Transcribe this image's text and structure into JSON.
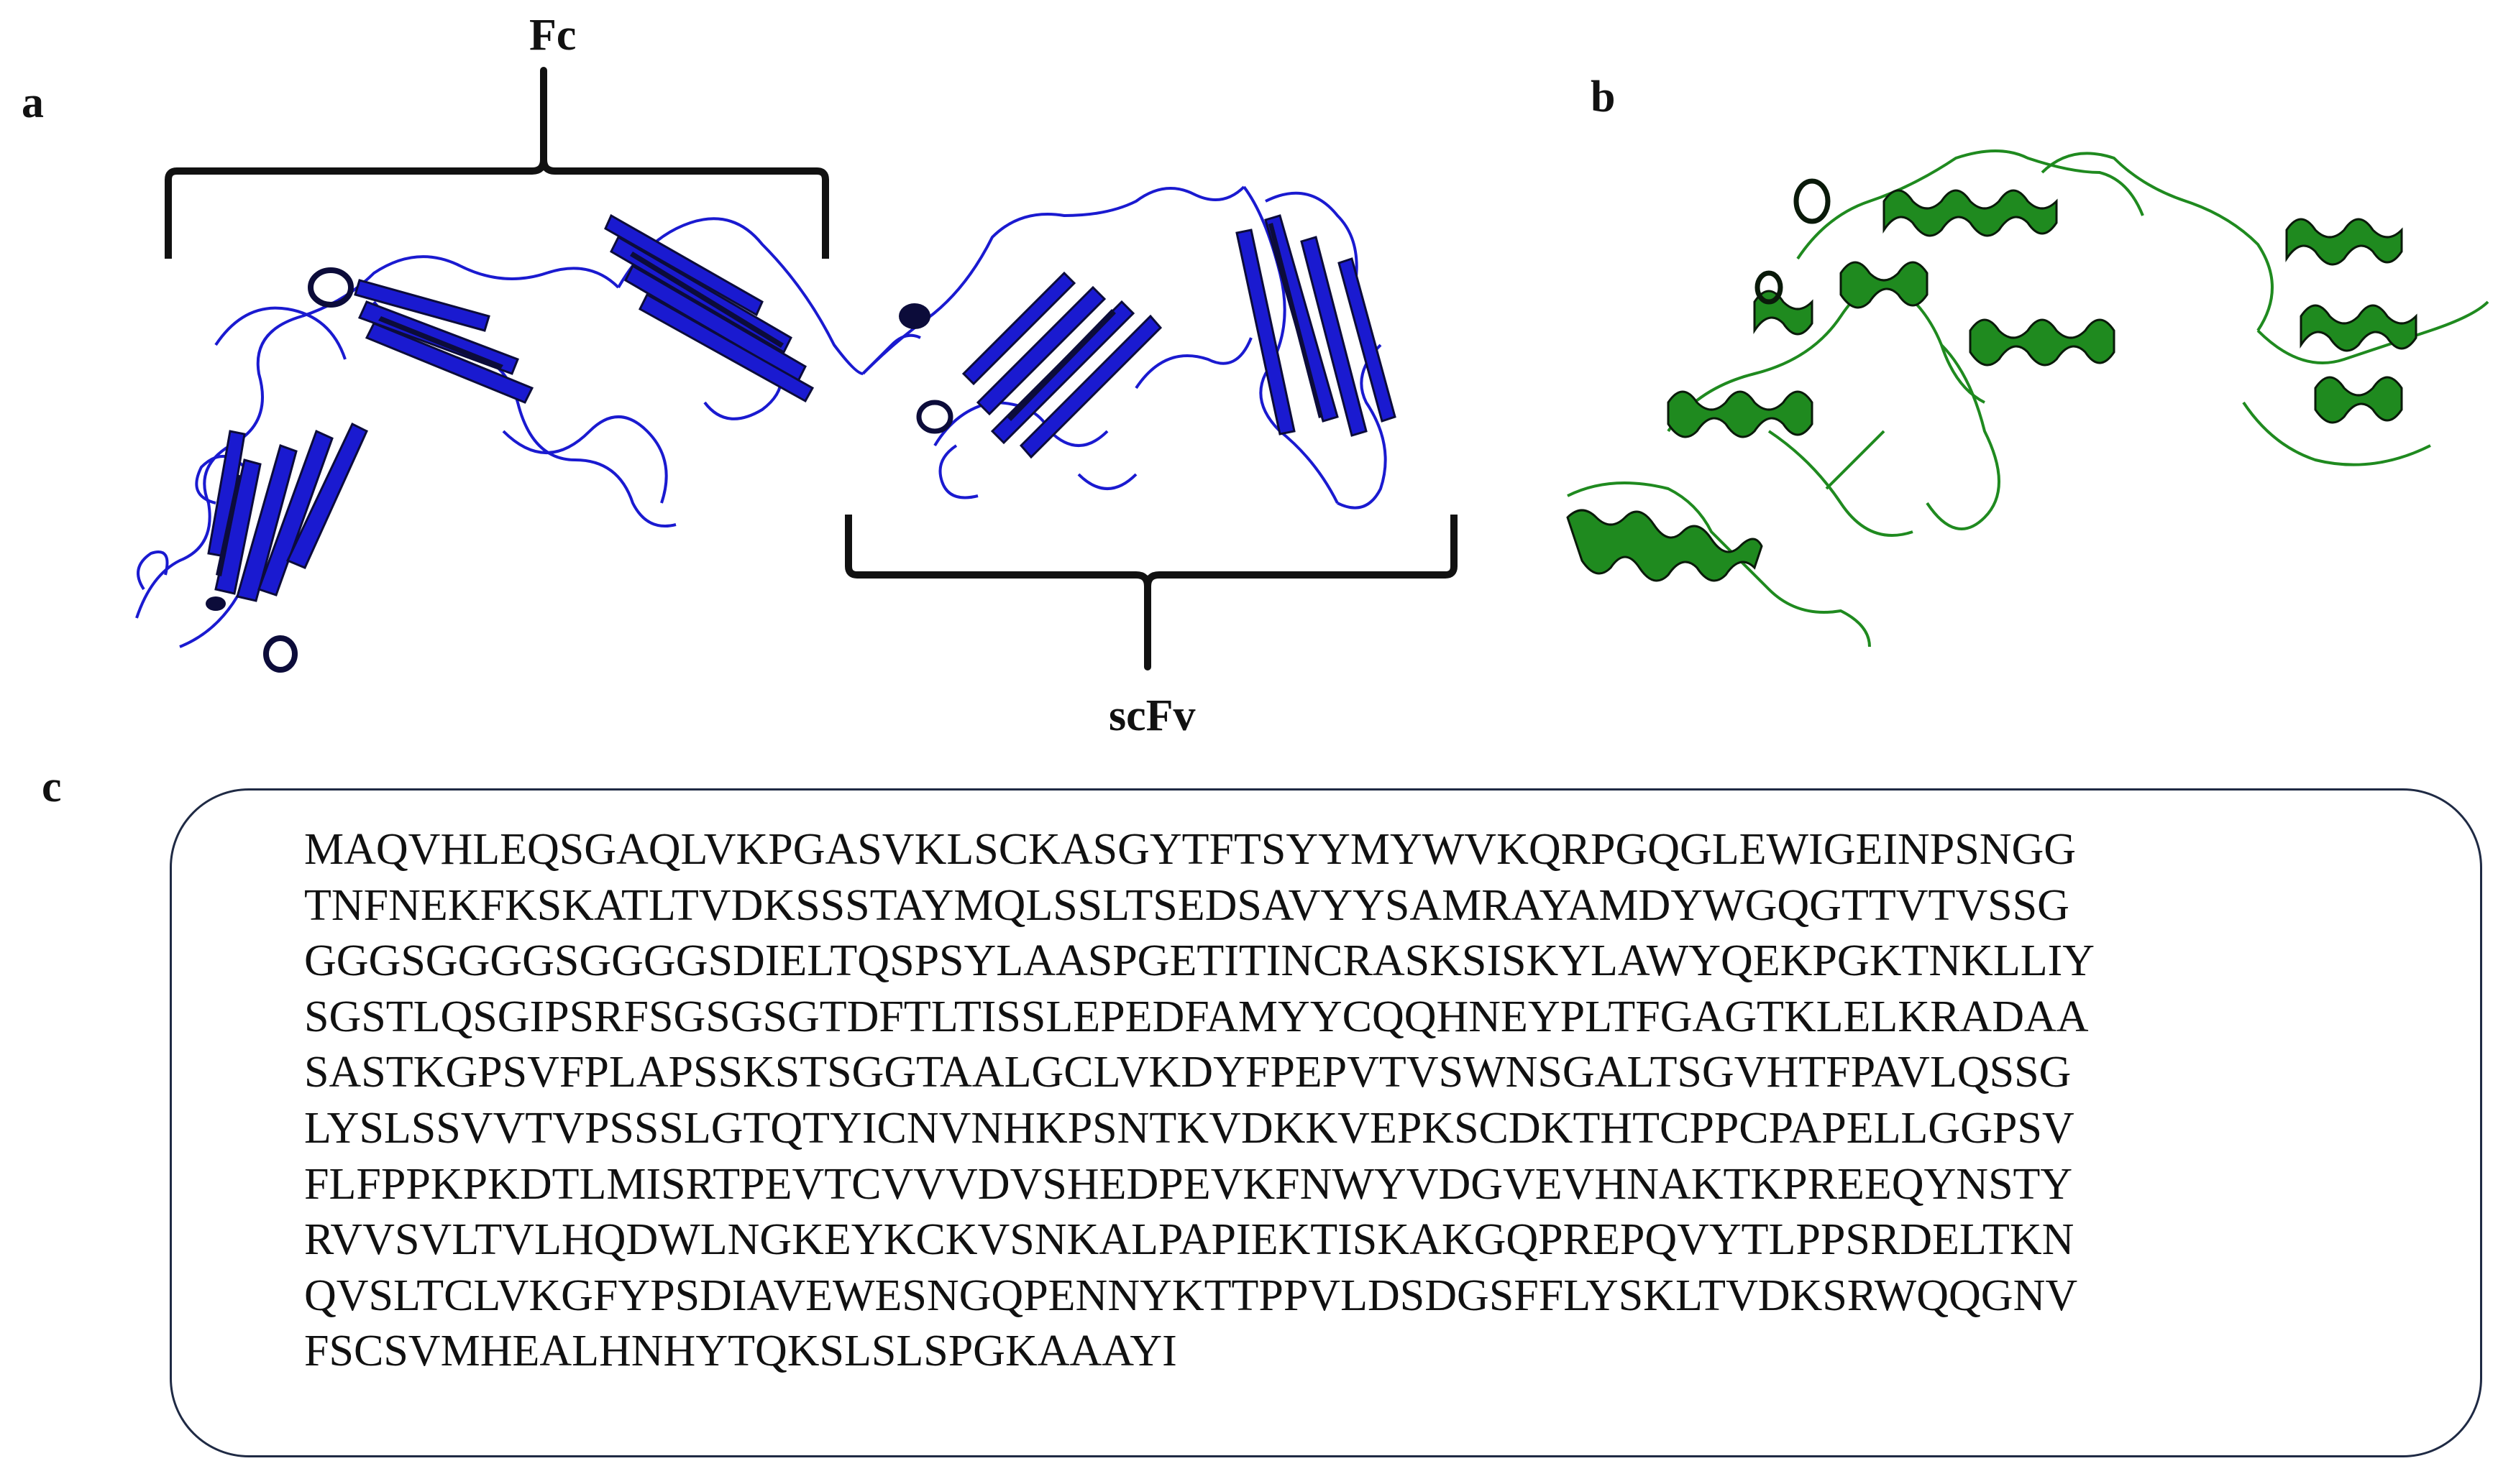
{
  "figure": {
    "panel_labels": {
      "a": "a",
      "b": "b",
      "c": "c"
    },
    "panel_a": {
      "bracket_top_label": "Fc",
      "bracket_bottom_label": "scFv"
    },
    "sequence_lines": [
      "MAQVHLEQSGAQLVKPGASVKLSCKASGYTFTSYYMYWVKQRPGQGLEWIGEINPSNGG",
      "TNFNEKFKSKATLTVDKSSSTAYMQLSSLTSEDSAVYYSAMRAYAMDYWGQGTTVTVSSG",
      "GGGSGGGGSGGGGSDIELTQSPSYLAASPGETITINCRASKSISKYLAWYQEKPGKTNKLLIY",
      "SGSTLQSGIPSRFSGSGSGTDFTLTISSLEPEDFAMYYCQQHNEYPLTFGAGTKLELKRADAA",
      "SASTKGPSVFPLAPSSKSTSGGTAALGCLVKDYFPEPVTVSWNSGALTSGVHTFPAVLQSSG",
      "LYSLSSVVTVPSSSLGTQTYICNVNHKPSNTKVDKKVEPKSCDKTHTCPPCPAPELLGGPSV",
      "FLFPPKPKDTLMISRTPEVTCVVVDVSHEDPEVKFNWYVDGVEVHNAKTKPREEQYNSTY",
      "RVVSVLTVLHQDWLNGKEYKCKVSNKALPAPIEKTISKAKGQPREPQVYTLPPSRDELTKN",
      "QVSLTCLVKGFYPSDIAVEWESNGQPENNYKTTPPVLDSDGSFFLYSKLTVDKSRWQQGNV",
      "FSCSVMHEALHNHYTQKSLSLSPGKAAAYI"
    ],
    "colors": {
      "panel_a_ribbon": "#1a1ad0",
      "panel_a_dark": "#0c0c3a",
      "panel_b_ribbon": "#1f8a1f",
      "panel_b_dark": "#0a1a0a",
      "bracket": "#111111",
      "box_border": "#1f2a44"
    }
  }
}
